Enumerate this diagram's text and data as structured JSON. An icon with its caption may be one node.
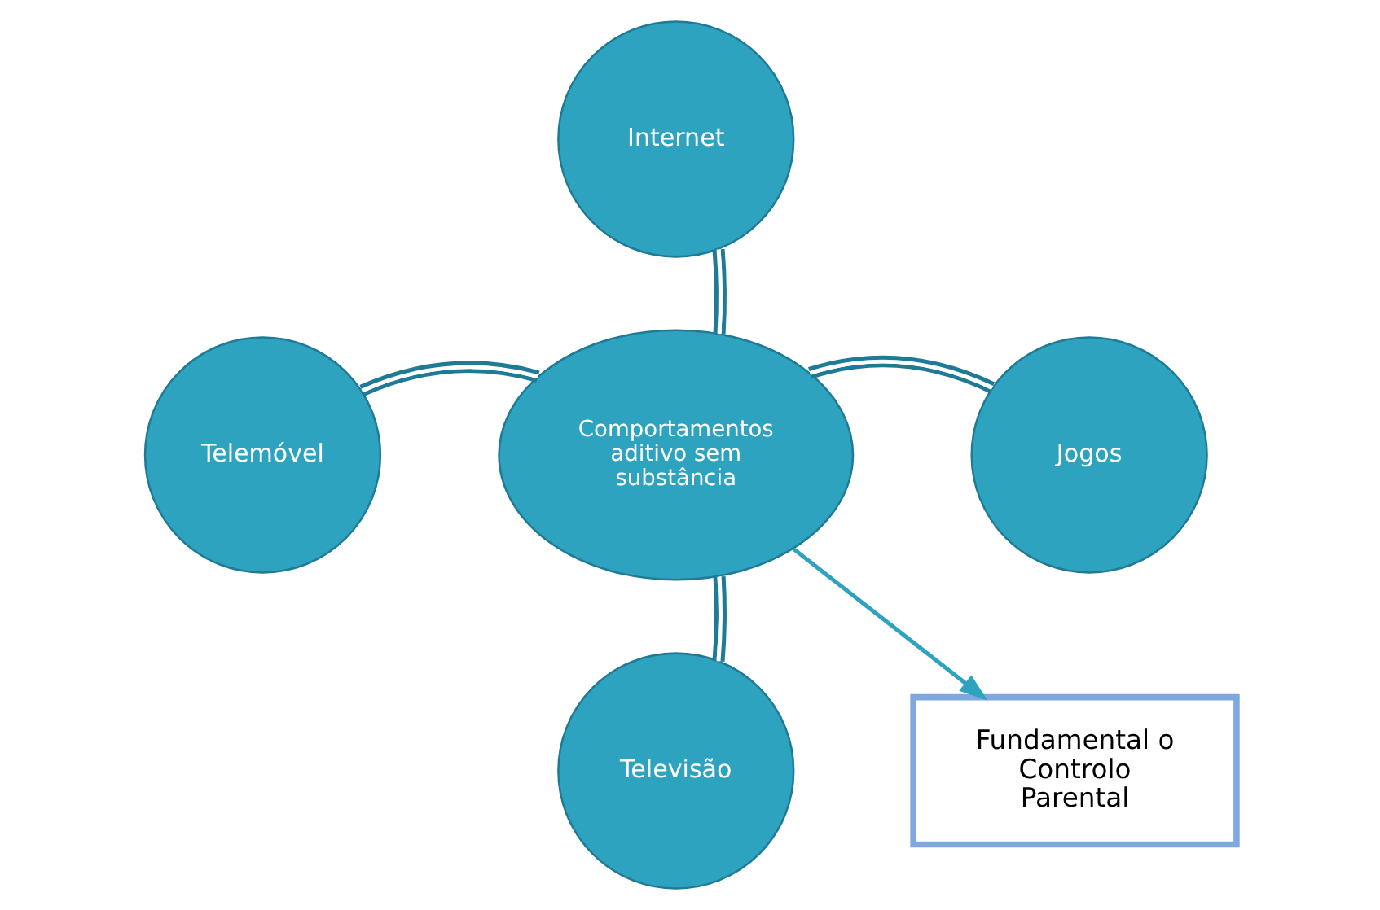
{
  "diagram": {
    "nodes": [
      {
        "text": [
          "Comportamentos aditivo sem substância"
        ]
      },
      {
        "text": [
          "Internet"
        ]
      },
      {
        "text": [
          "Jogos"
        ]
      },
      {
        "text": [
          "Televisão"
        ]
      },
      {
        "text": [
          "Telemóvel"
        ]
      },
      {
        "text": [
          "Fundamental o Controlo Parental"
        ]
      }
    ],
    "edges": [
      {
        "from": 0,
        "to": 1,
        "arrow": "none"
      },
      {
        "from": 0,
        "to": 2,
        "arrow": "none"
      },
      {
        "from": 0,
        "to": 3,
        "arrow": "none"
      },
      {
        "from": 4,
        "to": 0,
        "arrow": "none"
      },
      {
        "from": 0,
        "to": 5,
        "arrow": "to"
      }
    ]
  }
}
